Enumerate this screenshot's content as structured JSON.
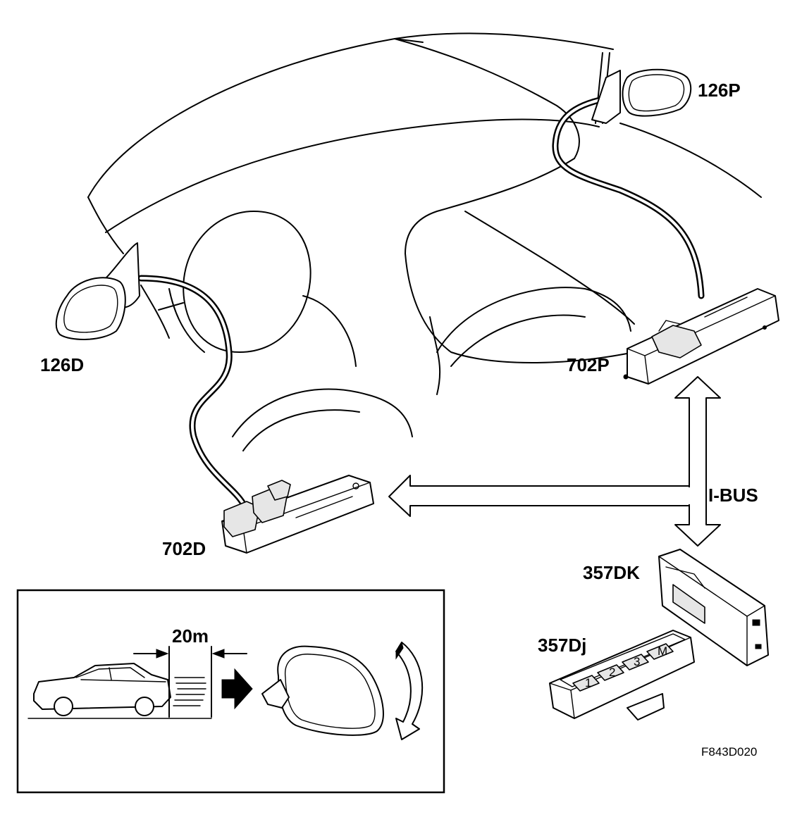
{
  "labels": {
    "mirror_driver": "126D",
    "mirror_passenger": "126P",
    "module_driver": "702D",
    "module_passenger": "702P",
    "bus": "I-BUS",
    "key_unit": "357DK",
    "memory_switch": "357Dj"
  },
  "inset": {
    "distance": "20m"
  },
  "memory_buttons": [
    "1",
    "2",
    "3",
    "M"
  ],
  "reference_code": "F843D020"
}
